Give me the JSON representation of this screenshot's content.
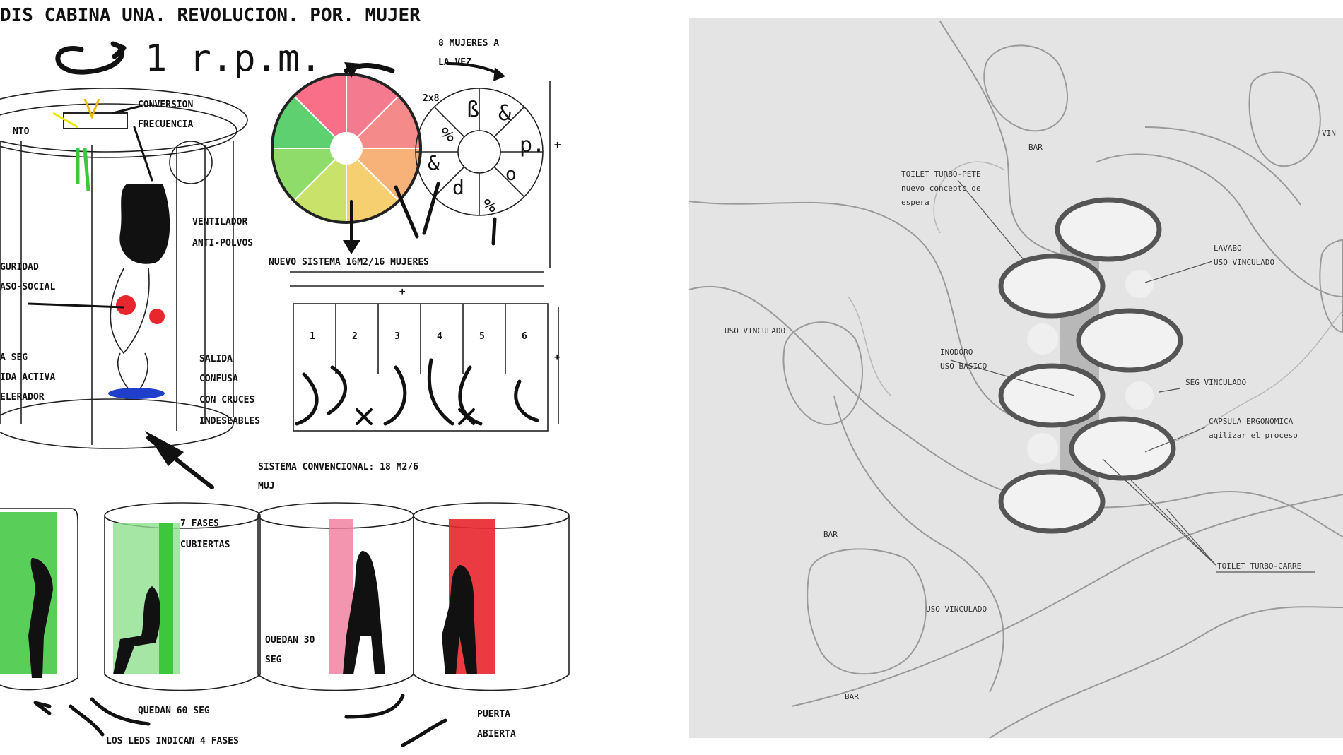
{
  "sketch": {
    "title": "DIS CABINA UNA. REVOLUCION. POR. MUJER",
    "rpm": "1 r.p.m.",
    "top_right_note_1": "8 MUJERES A",
    "top_right_note_2": "LA VEZ",
    "wheel_note": "2x8",
    "conversion_1": "CONVERSION",
    "conversion_2": "FRECUENCIA",
    "left_frag_1": "NTO",
    "left_frag_2": "GURIDAD",
    "left_frag_3": "ASO-SOCIAL",
    "left_frag_4": "A SEG",
    "left_frag_5": "IDA ACTIVA",
    "left_frag_6": "ELERADOR",
    "ventilador_1": "VENTILADOR",
    "ventilador_2": "ANTI-POLVOS",
    "nuevo_sistema": "NUEVO SISTEMA 16M2/16 MUJERES",
    "stall_numbers": [
      "1",
      "2",
      "3",
      "4",
      "5",
      "6"
    ],
    "salida_1": "SALIDA",
    "salida_2": "CONFUSA",
    "salida_3": "CON CRUCES",
    "salida_4": "INDESEABLES",
    "convencional_1": "SISTEMA CONVENCIONAL: 18 M2/6",
    "convencional_2": "MUJ",
    "fases_1": "7 FASES",
    "fases_2": "CUBIERTAS",
    "quedan_30_1": "QUEDAN 30",
    "quedan_30_2": "SEG",
    "quedan_60": "QUEDAN 60 SEG",
    "puerta_1": "PUERTA",
    "puerta_2": "ABIERTA",
    "leds": "LOS LEDS INDICAN 4 FASES",
    "colors": {
      "ring": [
        "#f47a8f",
        "#f58a8a",
        "#f7b27a",
        "#f6d070",
        "#c9e36a",
        "#8fdc6a",
        "#5fd070",
        "#f86f87"
      ],
      "green": "#3cc73c",
      "pink": "#f07b9a",
      "red": "#e8262e",
      "blue": "#1f3ec9"
    }
  },
  "plan": {
    "bg": "#e4e4e4",
    "labels": {
      "top_bub": "BAR",
      "toilet_turbo_1": "TOILET TURBO-PETE",
      "toilet_turbo_2": "nuevo concepto de",
      "toilet_turbo_3": "espera",
      "lavabo_1": "LAVABO",
      "lavabo_2": "USO VINCULADO",
      "uso_vinculado_left": "USO VINCULADO",
      "inodoro_1": "INODORO",
      "inodoro_2": "USO BASICO",
      "seg_vinculado": "SEG VINCULADO",
      "capsula_1": "CAPSULA ERGONOMICA",
      "capsula_2": "agilizar el proceso",
      "toilet_turbo_carre": "TOILET TURBO-CARRE",
      "bar": "BAR",
      "uso_vinculado_bottom": "USO VINCULADO",
      "bar_bottom": "BAR",
      "right_edge": "VIN"
    }
  }
}
